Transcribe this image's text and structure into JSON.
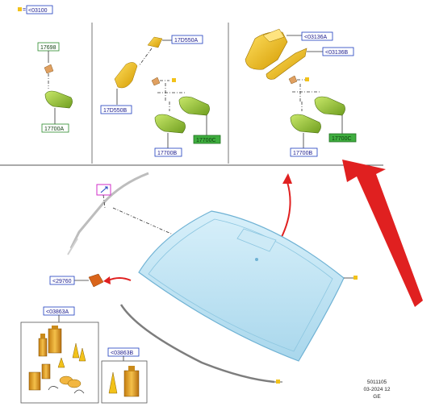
{
  "legend": {
    "ref": "<03100"
  },
  "panel_left": {
    "part_top": "17698",
    "part_bottom": "17700A"
  },
  "panel_mid": {
    "part_a": "17D550A",
    "part_b": "17D550B",
    "part_c": "17700B",
    "part_d": "17700C"
  },
  "panel_right": {
    "part_a": "<03136A",
    "part_b": "<03136B",
    "part_c": "17700B",
    "part_d": "17700C"
  },
  "windshield": {
    "sensor_ref": "<29760"
  },
  "kit_a": {
    "ref": "<03863A"
  },
  "kit_b": {
    "ref": "<03863B"
  },
  "doc_info": {
    "number": "5011105",
    "date": "03-2024 12",
    "lang": "GE"
  },
  "colors": {
    "tag_blue_border": "#1d3dbf",
    "tag_green_fill": "#3fae3f",
    "mirror_green": "#9ccc3a",
    "part_yellow": "#f2c21a",
    "glass_blue": "#bfe3f2",
    "arrow_red": "#e02020",
    "kit_orange": "#e0a020",
    "marker_magenta": "#d22ec8"
  }
}
